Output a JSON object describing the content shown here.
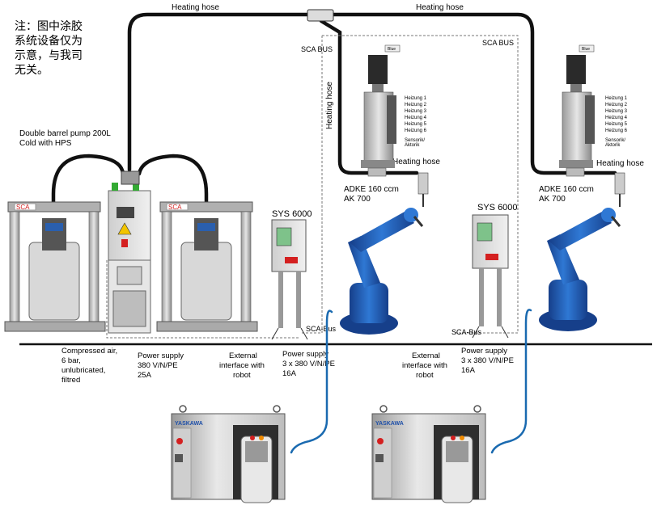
{
  "note": {
    "line1": "注：图中涂胶",
    "line2": "系统设备仅为",
    "line3": "示意，与我司",
    "line4": "无关。"
  },
  "labels": {
    "heating_hose_top_left": "Heating hose",
    "heating_hose_top_right": "Heating hose",
    "sca_bus_left": "SCA BUS",
    "sca_bus_right": "SCA BUS",
    "heating_hose_vertical": "Heating hose",
    "heating_hose_left": "Heating hose",
    "heating_hose_right": "Heating hose",
    "pump_line1": "Double barrel pump 200L",
    "pump_line2": "Cold with HPS",
    "adke_left_line1": "ADKE 160 ccm",
    "adke_left_line2": "AK 700",
    "adke_right_line1": "ADKE 160 ccm",
    "adke_right_line2": "AK 700",
    "sys_left": "SYS 6000",
    "sys_right": "SYS 6000",
    "sca_bus_small_left": "SCA-Bus",
    "sca_bus_small_right": "SCA-Bus",
    "air_line1": "Compressed air,",
    "air_line2": "6 bar,",
    "air_line3": "unlubricated,",
    "air_line4": "filtred",
    "power_pump_line1": "Power supply",
    "power_pump_line2": "380 V/N/PE",
    "power_pump_line3": "25A",
    "ext_left_line1": "External",
    "ext_left_line2": "interface with",
    "ext_left_line3": "robot",
    "power_sys_left_line1": "Power supply",
    "power_sys_left_line2": "3 x 380 V/N/PE",
    "power_sys_left_line3": "16A",
    "ext_right_line1": "External",
    "ext_right_line2": "interface with",
    "ext_right_line3": "robot",
    "power_sys_right_line1": "Power supply",
    "power_sys_right_line2": "3 x 380 V/N/PE",
    "power_sys_right_line3": "16A",
    "brand_left": "YASKAWA",
    "brand_right": "YASKAWA",
    "sca_logo": "SCA",
    "doser_tag": "Blue",
    "heizung": [
      "Heizung 1",
      "Heizung 2",
      "Heizung 3",
      "Heizung 4",
      "Heizung 5",
      "Heizung 6"
    ],
    "sensorik_line1": "Sensorik/",
    "sensorik_line2": "Aktorik"
  },
  "colors": {
    "hose": "#111111",
    "robot_blue": "#1e5fb8",
    "cable_blue": "#1a6ab0",
    "sca_red": "#d42020",
    "cabinet_gray": "#d9d9d9"
  }
}
